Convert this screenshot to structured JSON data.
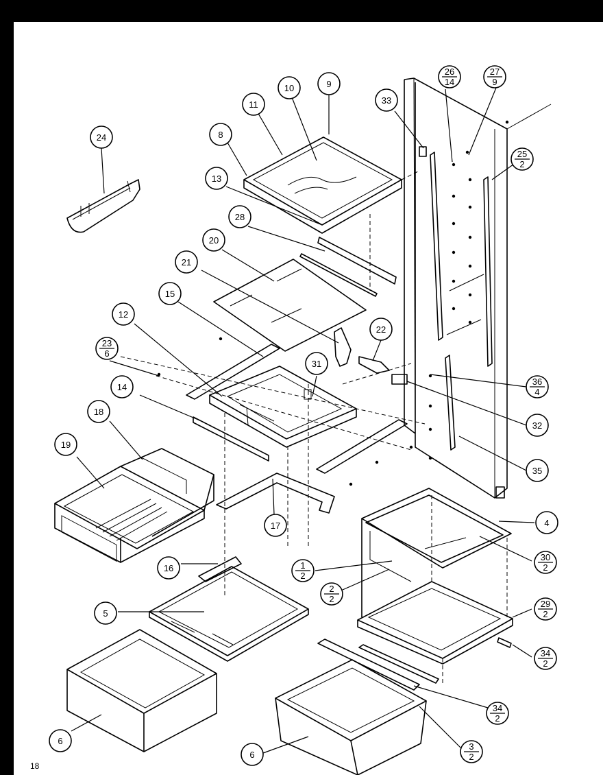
{
  "page_number": "18",
  "callouts": [
    {
      "id": "c24",
      "top": "24"
    },
    {
      "id": "c11",
      "top": "11"
    },
    {
      "id": "c10",
      "top": "10"
    },
    {
      "id": "c9",
      "top": "9"
    },
    {
      "id": "c8",
      "top": "8"
    },
    {
      "id": "c13",
      "top": "13"
    },
    {
      "id": "c28",
      "top": "28"
    },
    {
      "id": "c20",
      "top": "20"
    },
    {
      "id": "c21",
      "top": "21"
    },
    {
      "id": "c15",
      "top": "15"
    },
    {
      "id": "c12",
      "top": "12"
    },
    {
      "id": "c23",
      "top": "23",
      "bottom": "6"
    },
    {
      "id": "c31",
      "top": "31"
    },
    {
      "id": "c22",
      "top": "22"
    },
    {
      "id": "c14",
      "top": "14"
    },
    {
      "id": "c18",
      "top": "18"
    },
    {
      "id": "c19",
      "top": "19"
    },
    {
      "id": "c17",
      "top": "17"
    },
    {
      "id": "c16",
      "top": "16"
    },
    {
      "id": "c5",
      "top": "5"
    },
    {
      "id": "c6a",
      "top": "6"
    },
    {
      "id": "c6b",
      "top": "6"
    },
    {
      "id": "c33",
      "top": "33"
    },
    {
      "id": "c26",
      "top": "26",
      "bottom": "14"
    },
    {
      "id": "c27",
      "top": "27",
      "bottom": "9"
    },
    {
      "id": "c25",
      "top": "25",
      "bottom": "2"
    },
    {
      "id": "c36",
      "top": "36",
      "bottom": "4"
    },
    {
      "id": "c32",
      "top": "32"
    },
    {
      "id": "c35",
      "top": "35"
    },
    {
      "id": "c4",
      "top": "4"
    },
    {
      "id": "c30",
      "top": "30",
      "bottom": "2"
    },
    {
      "id": "c1",
      "top": "1",
      "bottom": "2"
    },
    {
      "id": "c2",
      "top": "2",
      "bottom": "2"
    },
    {
      "id": "c29",
      "top": "29",
      "bottom": "2"
    },
    {
      "id": "c34a",
      "top": "34",
      "bottom": "2"
    },
    {
      "id": "c34b",
      "top": "34",
      "bottom": "2"
    },
    {
      "id": "c3",
      "top": "3",
      "bottom": "2"
    }
  ]
}
